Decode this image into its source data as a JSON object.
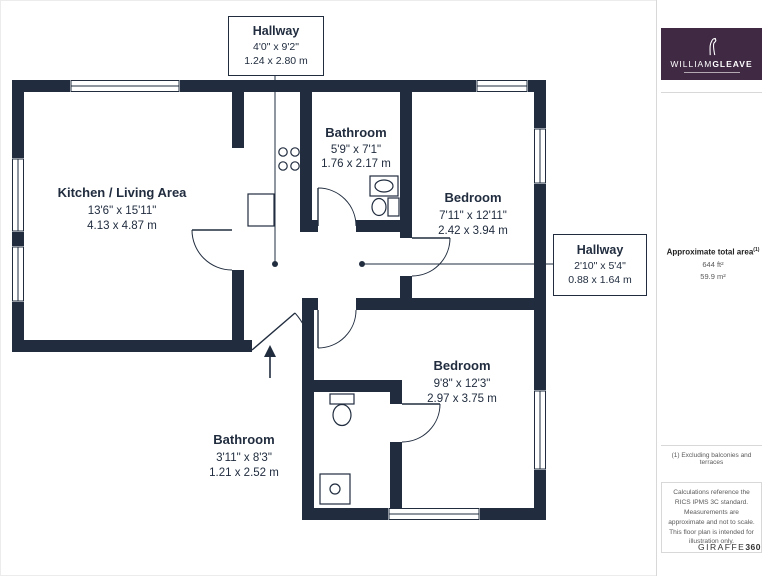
{
  "colors": {
    "wall": "#212d3f",
    "ink": "#212d3f",
    "logo-bg": "#3f2943",
    "muted": "#5a5a5a",
    "border": "#d8d8d8"
  },
  "rooms": {
    "hallway_top": {
      "name": "Hallway",
      "imperial": "4'0\" x 9'2\"",
      "metric": "1.24 x 2.80 m"
    },
    "bathroom_top": {
      "name": "Bathroom",
      "imperial": "5'9\" x 7'1\"",
      "metric": "1.76 x 2.17 m"
    },
    "kitchen_living": {
      "name": "Kitchen / Living Area",
      "imperial": "13'6\" x 15'11\"",
      "metric": "4.13 x 4.87 m"
    },
    "bedroom_right": {
      "name": "Bedroom",
      "imperial": "7'11\" x 12'11\"",
      "metric": "2.42 x 3.94 m"
    },
    "hallway_right": {
      "name": "Hallway",
      "imperial": "2'10\" x 5'4\"",
      "metric": "0.88 x 1.64 m"
    },
    "bedroom_bottom": {
      "name": "Bedroom",
      "imperial": "9'8\" x 12'3\"",
      "metric": "2.97 x 3.75 m"
    },
    "bathroom_bottom": {
      "name": "Bathroom",
      "imperial": "3'11\" x 8'3\"",
      "metric": "1.21 x 2.52 m"
    }
  },
  "sidebar": {
    "logo_light": "WILLIAM",
    "logo_bold": "GLEAVE",
    "area_title": "Approximate total area",
    "area_sup": "(1)",
    "area_imperial": "644 ft²",
    "area_metric": "59.9 m²",
    "footnote": "(1) Excluding balconies and terraces",
    "disclaimer": "Calculations reference the RICS IPMS 3C standard. Measurements are approximate and not to scale. This floor plan is intended for illustration only.",
    "brand": "GIRAFFE",
    "brand_bold": "360"
  }
}
